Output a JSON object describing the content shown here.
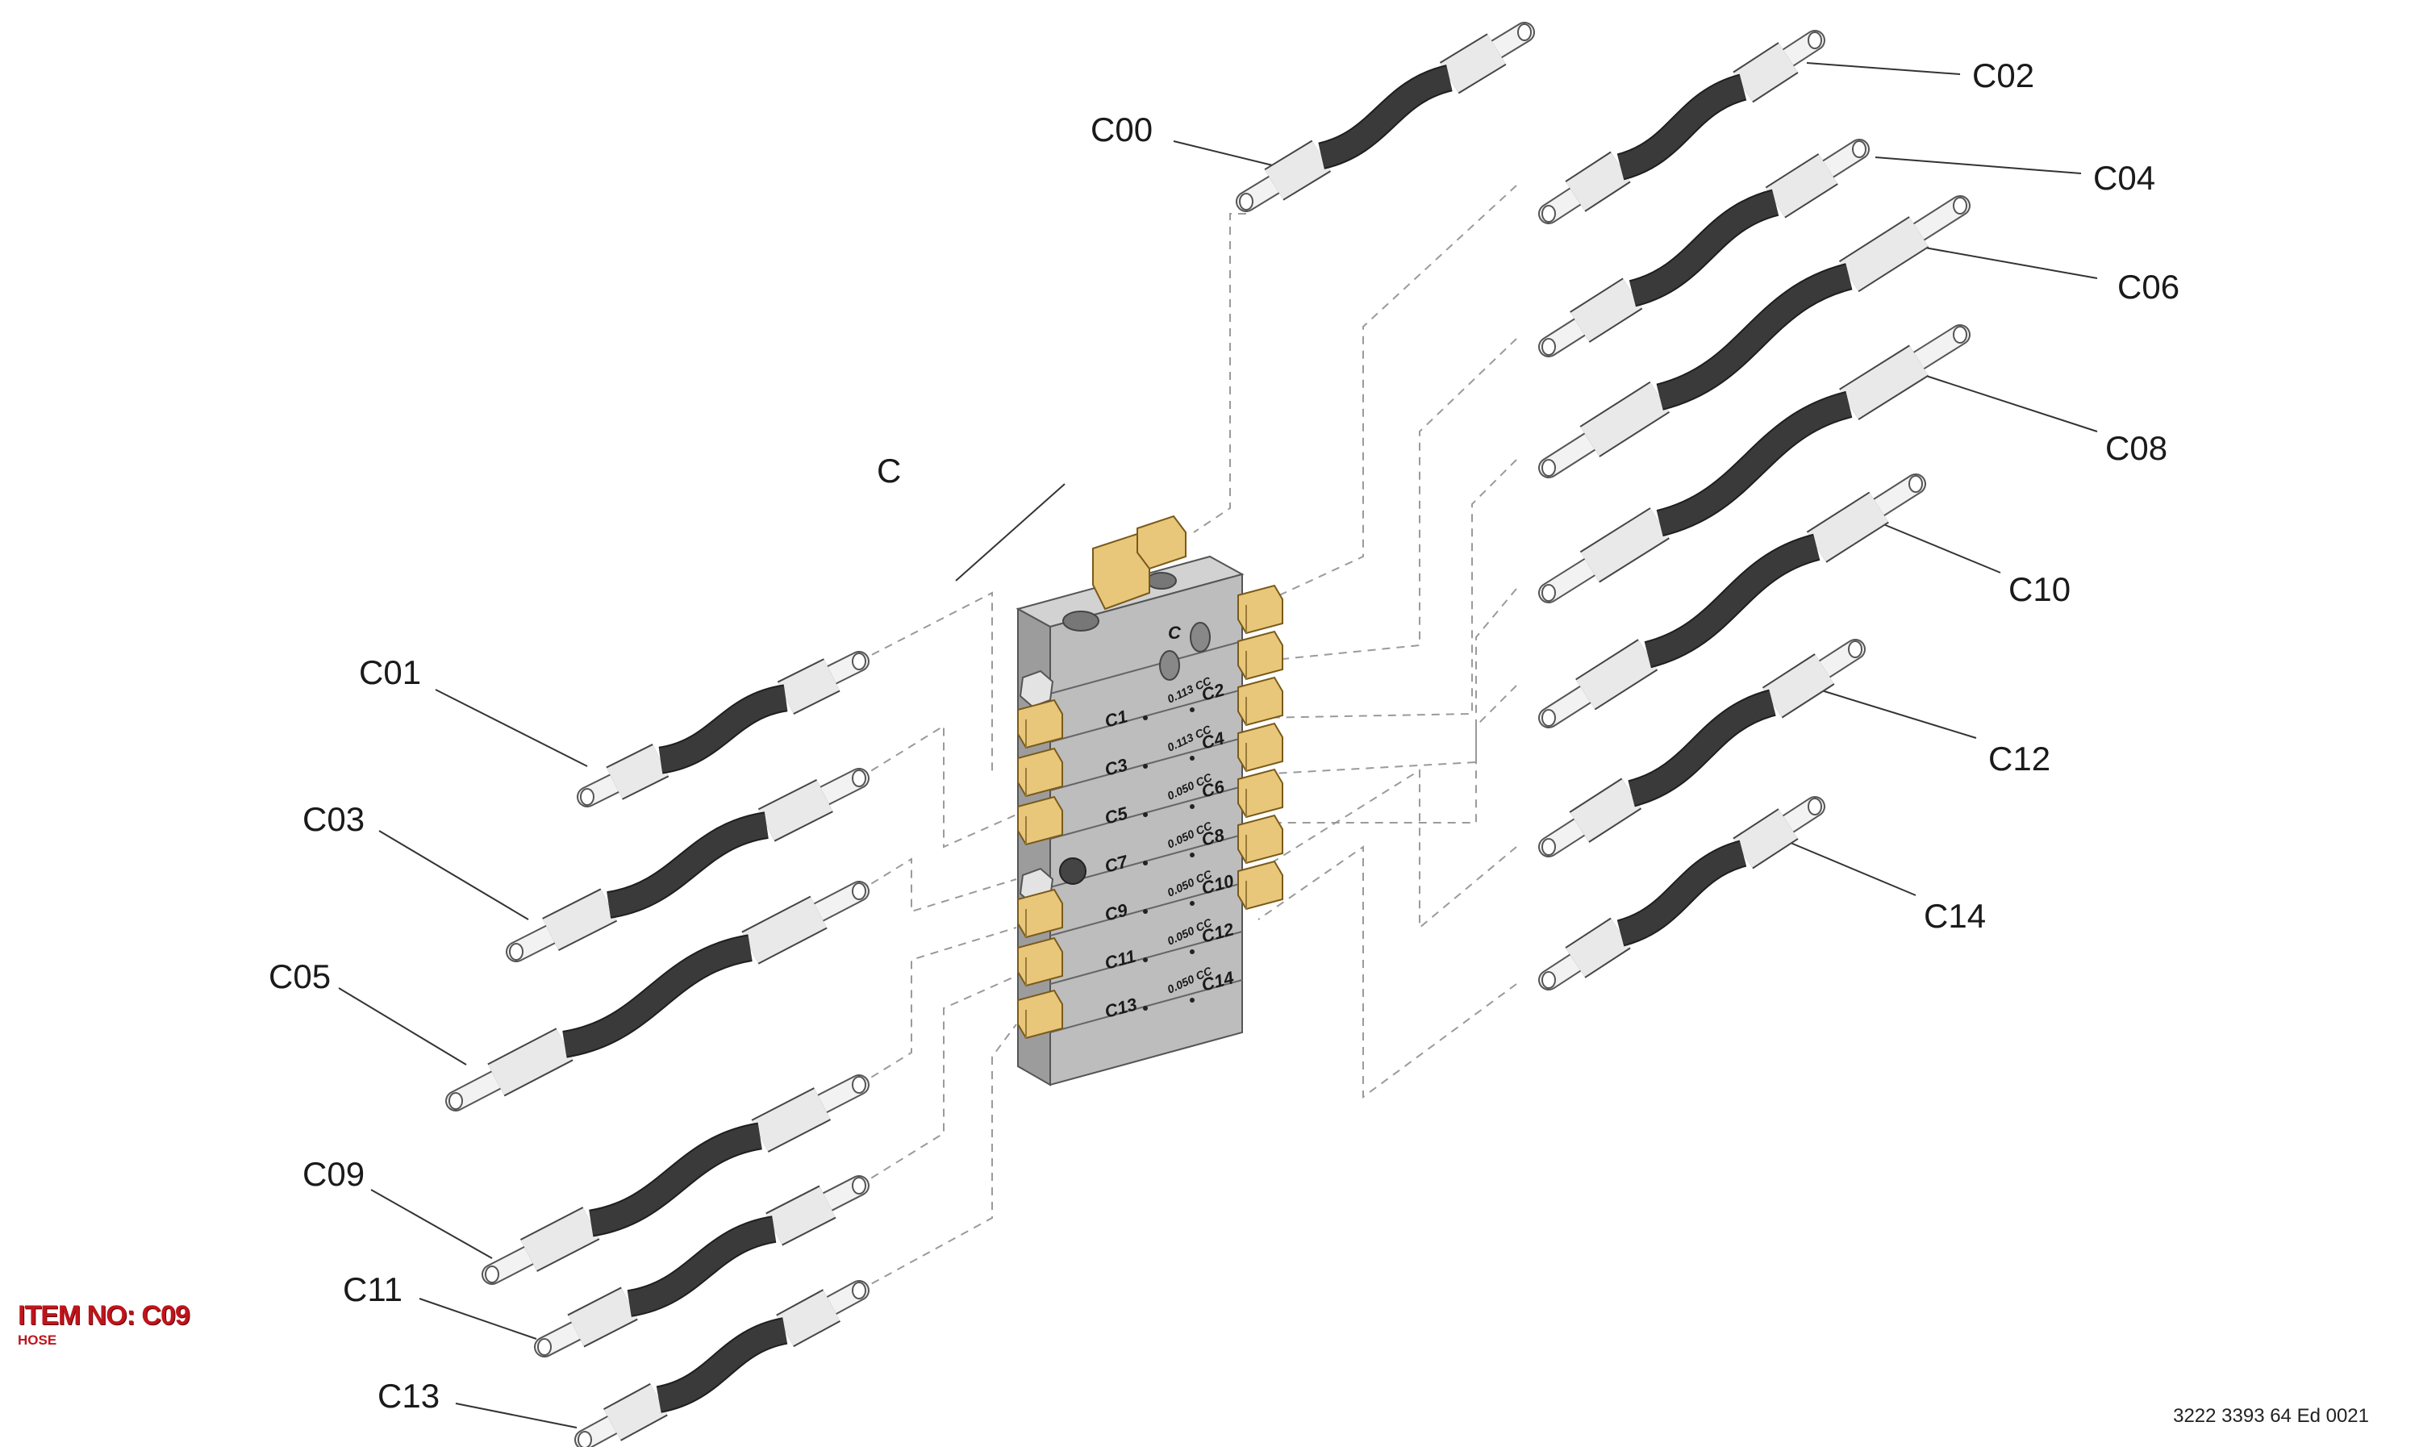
{
  "item": {
    "title": "ITEM NO: C09",
    "subtitle": "HOSE"
  },
  "document_number": "3222 3393 64 Ed 0021",
  "block": {
    "label": "C",
    "top_label": "C",
    "ports": [
      {
        "left": "C1",
        "right": "C2",
        "volume": "0.113 CC"
      },
      {
        "left": "C3",
        "right": "C4",
        "volume": "0.113 CC"
      },
      {
        "left": "C5",
        "right": "C6",
        "volume": "0.050 CC"
      },
      {
        "left": "C7",
        "right": "C8",
        "volume": "0.050 CC"
      },
      {
        "left": "C9",
        "right": "C10",
        "volume": "0.050 CC"
      },
      {
        "left": "C11",
        "right": "C12",
        "volume": "0.050 CC"
      },
      {
        "left": "C13",
        "right": "C14",
        "volume": "0.050 CC"
      }
    ]
  },
  "hoses": {
    "top": "C00",
    "right": [
      "C02",
      "C04",
      "C06",
      "C08",
      "C10",
      "C12",
      "C14"
    ],
    "left": [
      "C01",
      "C03",
      "C05",
      "C09",
      "C11",
      "C13"
    ]
  },
  "colors": {
    "fitting_brass": "#e8c77a",
    "hose_rubber": "#3a3a3a",
    "ferrule": "#e9e9e9",
    "block": "#b9b9b9",
    "item_red": "#c0141c"
  }
}
